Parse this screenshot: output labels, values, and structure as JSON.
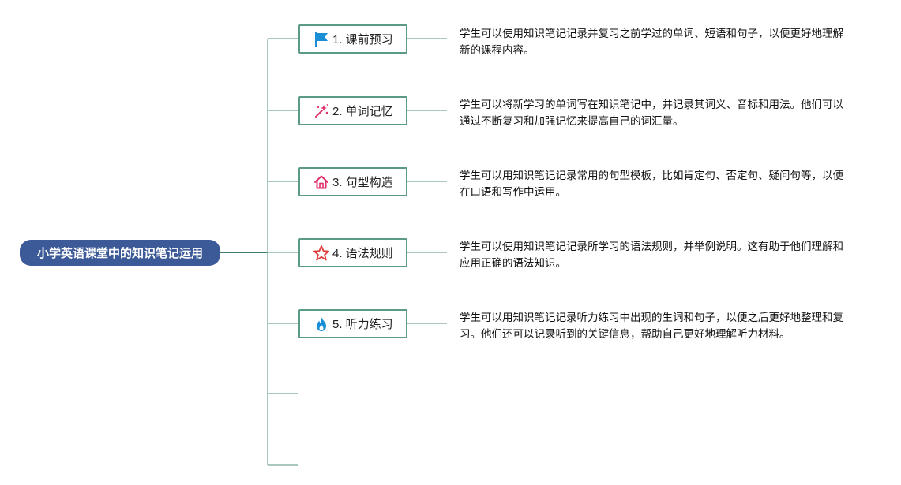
{
  "root": {
    "label": "小学英语课堂中的知识笔记运用"
  },
  "topics": [
    {
      "label": "1. 课前预习",
      "icon": "flag-icon",
      "icon_color": "#1a8fd8",
      "note": "学生可以使用知识笔记记录并复习之前学过的单词、短语和句子，以便更好地理解新的课程内容。"
    },
    {
      "label": "2. 单词记忆",
      "icon": "magic-wand-icon",
      "icon_color": "#e0306b",
      "note": "学生可以将新学习的单词写在知识笔记中，并记录其词义、音标和用法。他们可以通过不断复习和加强记忆来提高自己的词汇量。"
    },
    {
      "label": "3. 句型构造",
      "icon": "house-icon",
      "icon_color": "#e0306b",
      "note": "学生可以用知识笔记记录常用的句型模板，比如肯定句、否定句、疑问句等，以便在口语和写作中运用。"
    },
    {
      "label": "4. 语法规则",
      "icon": "star-icon",
      "icon_color": "#e03a3a",
      "note": "学生可以使用知识笔记记录所学习的语法规则，并举例说明。这有助于他们理解和应用正确的语法知识。"
    },
    {
      "label": "5. 听力练习",
      "icon": "flame-icon",
      "icon_color": "#1a8fd8",
      "note": "学生可以用知识笔记记录听力练习中出现的生词和句子，以便之后更好地整理和复习。他们还可以记录听到的关键信息，帮助自己更好地理解听力材料。"
    }
  ],
  "colors": {
    "root_fill": "#3d5a98",
    "topic_border": "#5b9a87",
    "connector": "#8bb5a6"
  }
}
